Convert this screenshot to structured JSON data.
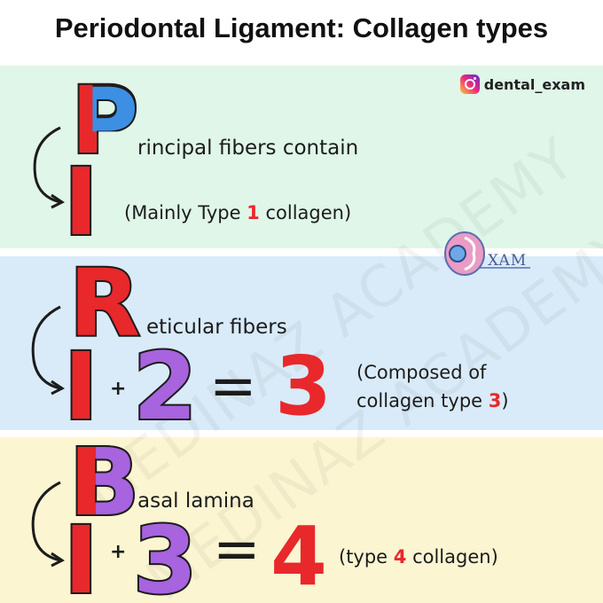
{
  "title": "Periodontal Ligament: Collagen types",
  "instagram_handle": "dental_exam",
  "watermark": [
    "MEDINAZ ACADEMY",
    "MEDINAZ ACADEMY"
  ],
  "logo_text": "XAM",
  "section1": {
    "letter1": "P",
    "label": "rincipal fibers contain",
    "letter2": "I",
    "note_prefix": "(Mainly Type ",
    "note_number": "1",
    "note_suffix": " collagen)"
  },
  "section2": {
    "letter1": "R",
    "label": "eticular fibers",
    "letter2": "I",
    "plus": "+",
    "operand": "2",
    "equals": "=",
    "result": "3",
    "note_line1": "(Composed of",
    "note_line2_prefix": "collagen type ",
    "note_number": "3",
    "note_line2_suffix": ")"
  },
  "section3": {
    "letter1": "B",
    "label": "asal lamina",
    "letter2": "I",
    "plus": "+",
    "operand": "3",
    "equals": "=",
    "result": "4",
    "note_prefix": "(type ",
    "note_number": "4",
    "note_suffix": " collagen)"
  },
  "colors": {
    "red": "#e8282b",
    "blue": "#3c8fe3",
    "purple": "#a863df",
    "green_band": "#dff6e9",
    "blue_band": "#d9ebf8",
    "yellow_band": "#fbf5d2"
  }
}
